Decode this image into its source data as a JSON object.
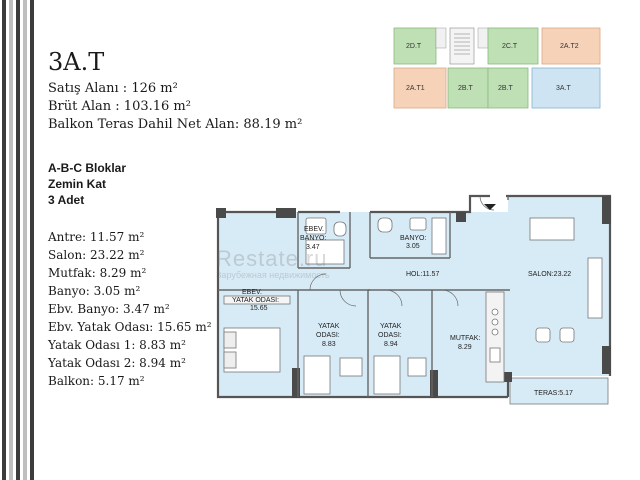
{
  "unit": {
    "title": "3A.T",
    "satis_alani": "Satış Alanı :  126 m²",
    "brut_alan": "Brüt Alan   :  103.16 m²",
    "net_alan": "Balkon Teras Dahil Net Alan: 88.19 m²"
  },
  "block": {
    "blocks": "A-B-C Bloklar",
    "floor": "Zemin Kat",
    "count": "3 Adet"
  },
  "rooms": [
    "Antre: 11.57 m²",
    "Salon: 23.22 m²",
    "Mutfak: 8.29 m²",
    "Banyo: 3.05 m²",
    "Ebv. Banyo: 3.47 m²",
    "Ebv. Yatak Odası: 15.65 m²",
    "Yatak Odası 1: 8.83 m²",
    "Yatak Odası 2: 8.94 m²",
    "Balkon: 5.17 m²"
  ],
  "keyplan": {
    "units": [
      "2D.T",
      "2C.T",
      "2A.T2",
      "2A.T1",
      "2B.T",
      "2B.T",
      "3A.T"
    ],
    "colors": {
      "green": "#bfe0b5",
      "peach": "#f6d2b8",
      "blue": "#cfe4f2",
      "gray": "#f1f1f1"
    }
  },
  "plan": {
    "labels": {
      "ebev_banyo_1": "EBEV.",
      "ebev_banyo_2": "BANYO:",
      "ebev_banyo_3": "3.47",
      "banyo_1": "BANYO:",
      "banyo_2": "3.05",
      "hol": "HOL:11.57",
      "salon": "SALON:23.22",
      "ebev_yatak_1": "EBEV.",
      "ebev_yatak_2": "YATAK ODASI:",
      "ebev_yatak_3": "15.65",
      "yatak1_1": "YATAK",
      "yatak1_2": "ODASI:",
      "yatak1_3": "8.83",
      "yatak2_1": "YATAK",
      "yatak2_2": "ODASI:",
      "yatak2_3": "8.94",
      "mutfak_1": "MUTFAK:",
      "mutfak_2": "8.29",
      "teras": "TERAS:5.17"
    },
    "room_color": "#d7ebf6"
  },
  "watermark": {
    "main": "Restate.ru",
    "sub": "Зарубежная недвижимость"
  }
}
